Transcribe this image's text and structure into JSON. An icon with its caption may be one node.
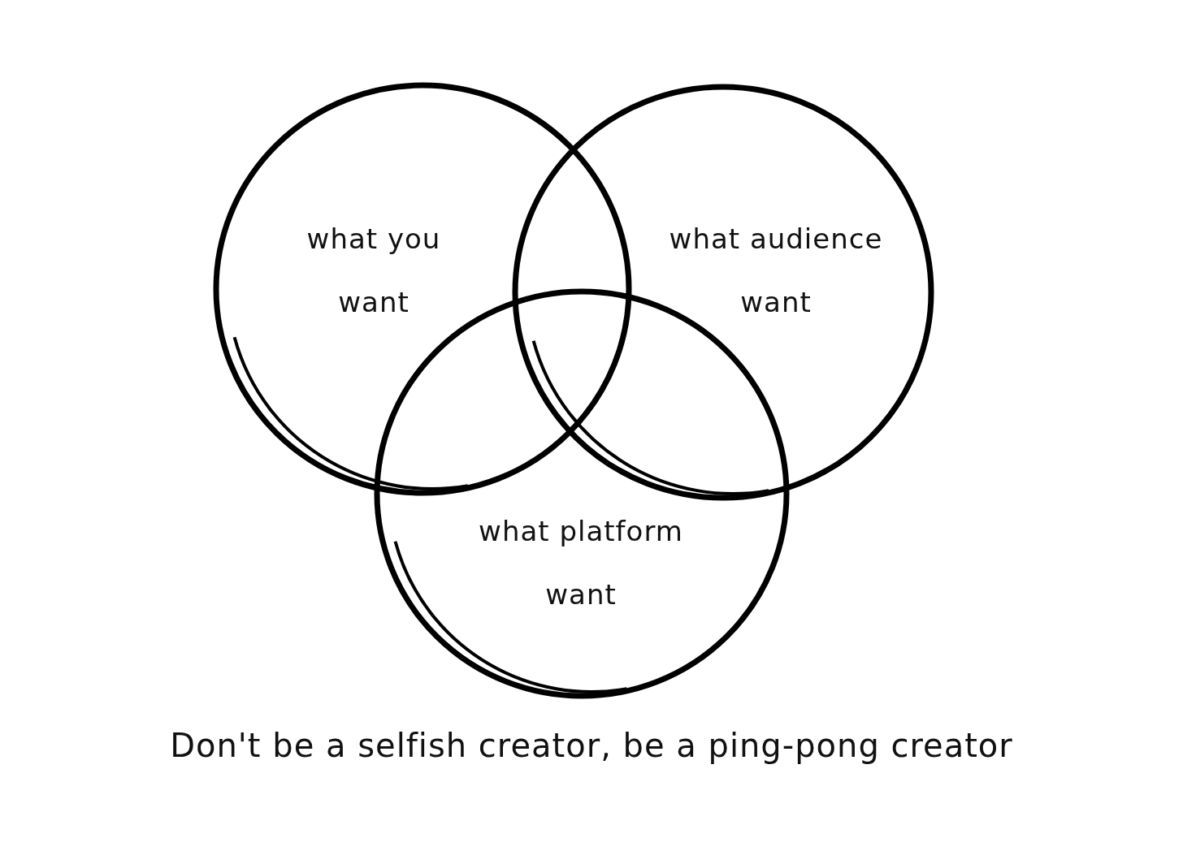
{
  "diagram": {
    "caption": "Don't be a selfish creator, be a ping-pong creator",
    "nodes": [
      {
        "text": [
          "what you want"
        ]
      },
      {
        "text": [
          "what audience want"
        ]
      },
      {
        "text": [
          "what platform want"
        ]
      }
    ]
  }
}
